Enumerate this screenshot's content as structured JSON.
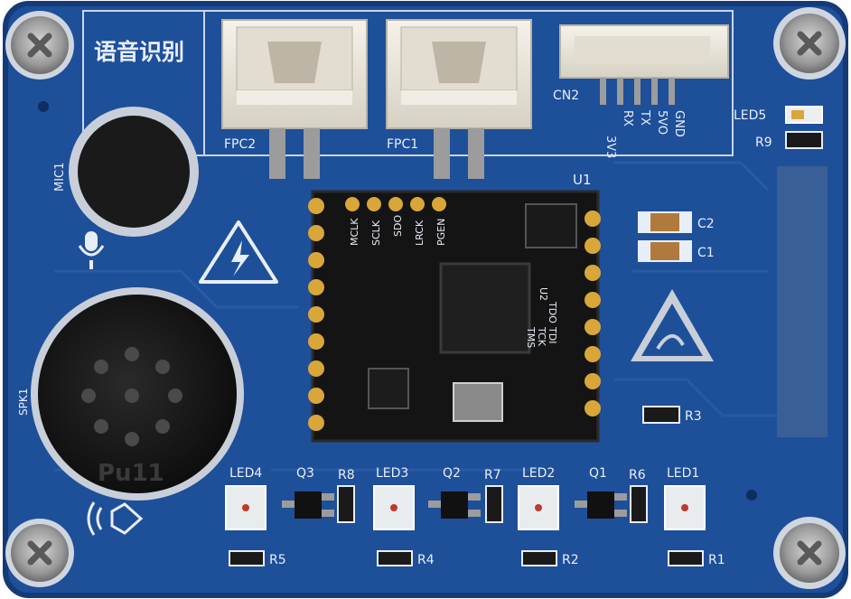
{
  "board": {
    "title": "语音识别",
    "module_label": "U1",
    "connector_label": "CN2",
    "connector_pins": [
      "3V3",
      "RX",
      "TX",
      "5VO",
      "GND"
    ],
    "fpc_labels": [
      "FPC2",
      "FPC1"
    ],
    "mic_label": "MIC1",
    "speaker_label": "SPK1",
    "speaker_text": "Pu11",
    "capacitors": [
      "C2",
      "C1"
    ],
    "module_pads": [
      "MCLK",
      "SCLK",
      "SDO",
      "LRCK",
      "PGEN"
    ],
    "jtag_labels": [
      "TDO",
      "TDI",
      "TCK",
      "TMS"
    ],
    "chip_label": "U2",
    "resistor_r9": "R9",
    "resistor_r3": "R3",
    "led5_label": "LED5",
    "leds": [
      "LED4",
      "LED3",
      "LED2",
      "LED1"
    ],
    "transistors": [
      "Q3",
      "Q2",
      "Q1"
    ],
    "resistors_upper": [
      "R8",
      "R7",
      "R6"
    ],
    "resistors_lower": [
      "R5",
      "R4",
      "R2",
      "R1"
    ]
  },
  "colors": {
    "pcb_blue": "#1e4f99",
    "pcb_dark": "#173f80",
    "silkscreen": "#e8eef7",
    "gold_pad": "#d9a63a",
    "module_black": "#141414",
    "connector_white": "#ece8de",
    "led_red_dot": "#c0392b"
  }
}
